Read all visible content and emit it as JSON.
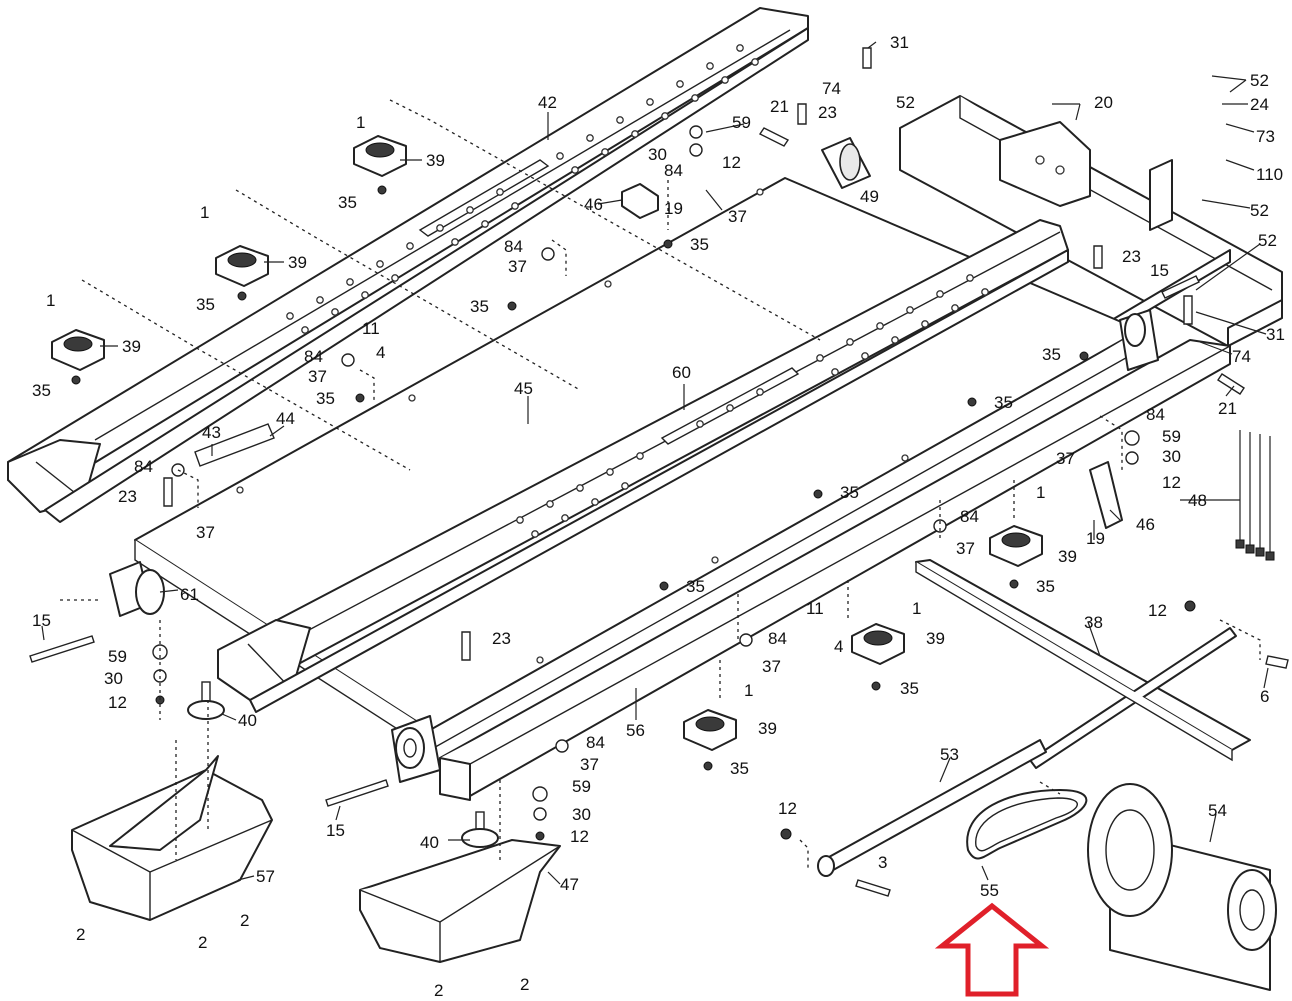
{
  "diagram": {
    "callouts": [
      {
        "id": "c31a",
        "text": "31"
      },
      {
        "id": "c74a",
        "text": "74"
      },
      {
        "id": "c52a",
        "text": "52"
      },
      {
        "id": "c20",
        "text": "20"
      },
      {
        "id": "c52b",
        "text": "52"
      },
      {
        "id": "c24",
        "text": "24"
      },
      {
        "id": "c73",
        "text": "73"
      },
      {
        "id": "c110",
        "text": "110"
      },
      {
        "id": "c52c",
        "text": "52"
      },
      {
        "id": "c52d",
        "text": "52"
      },
      {
        "id": "c31b",
        "text": "31"
      },
      {
        "id": "c74b",
        "text": "74"
      },
      {
        "id": "c21a",
        "text": "21"
      },
      {
        "id": "c23a",
        "text": "23"
      },
      {
        "id": "c59a",
        "text": "59"
      },
      {
        "id": "c30a",
        "text": "30"
      },
      {
        "id": "c12a",
        "text": "12"
      },
      {
        "id": "c84a",
        "text": "84"
      },
      {
        "id": "c37a",
        "text": "37"
      },
      {
        "id": "c46a",
        "text": "46"
      },
      {
        "id": "c19a",
        "text": "19"
      },
      {
        "id": "c49",
        "text": "49"
      },
      {
        "id": "c42",
        "text": "42"
      },
      {
        "id": "c1a",
        "text": "1"
      },
      {
        "id": "c39a",
        "text": "39"
      },
      {
        "id": "c35a",
        "text": "35"
      },
      {
        "id": "c1b",
        "text": "1"
      },
      {
        "id": "c39b",
        "text": "39"
      },
      {
        "id": "c35b",
        "text": "35"
      },
      {
        "id": "c1c",
        "text": "1"
      },
      {
        "id": "c39c",
        "text": "39"
      },
      {
        "id": "c35c",
        "text": "35"
      },
      {
        "id": "c84b",
        "text": "84"
      },
      {
        "id": "c37b",
        "text": "37"
      },
      {
        "id": "c35d",
        "text": "35"
      },
      {
        "id": "c35e",
        "text": "35"
      },
      {
        "id": "c11a",
        "text": "11"
      },
      {
        "id": "c4a",
        "text": "4"
      },
      {
        "id": "c84c",
        "text": "84"
      },
      {
        "id": "c37c",
        "text": "37"
      },
      {
        "id": "c35f",
        "text": "35"
      },
      {
        "id": "c45",
        "text": "45"
      },
      {
        "id": "c60",
        "text": "60"
      },
      {
        "id": "c43",
        "text": "43"
      },
      {
        "id": "c44",
        "text": "44"
      },
      {
        "id": "c84d",
        "text": "84"
      },
      {
        "id": "c23b",
        "text": "23"
      },
      {
        "id": "c37d",
        "text": "37"
      },
      {
        "id": "c23c",
        "text": "23"
      },
      {
        "id": "c15a",
        "text": "15"
      },
      {
        "id": "c35g",
        "text": "35"
      },
      {
        "id": "c21b",
        "text": "21"
      },
      {
        "id": "c35h",
        "text": "35"
      },
      {
        "id": "c84e",
        "text": "84"
      },
      {
        "id": "c59b",
        "text": "59"
      },
      {
        "id": "c37e",
        "text": "37"
      },
      {
        "id": "c30b",
        "text": "30"
      },
      {
        "id": "c12b",
        "text": "12"
      },
      {
        "id": "c48",
        "text": "48"
      },
      {
        "id": "c46b",
        "text": "46"
      },
      {
        "id": "c19b",
        "text": "19"
      },
      {
        "id": "c1d",
        "text": "1"
      },
      {
        "id": "c35i",
        "text": "35"
      },
      {
        "id": "c84f",
        "text": "84"
      },
      {
        "id": "c37f",
        "text": "37"
      },
      {
        "id": "c39d",
        "text": "39"
      },
      {
        "id": "c35j",
        "text": "35"
      },
      {
        "id": "c61",
        "text": "61"
      },
      {
        "id": "c15b",
        "text": "15"
      },
      {
        "id": "c59c",
        "text": "59"
      },
      {
        "id": "c30c",
        "text": "30"
      },
      {
        "id": "c12c",
        "text": "12"
      },
      {
        "id": "c40a",
        "text": "40"
      },
      {
        "id": "c35k",
        "text": "35"
      },
      {
        "id": "c23d",
        "text": "23"
      },
      {
        "id": "c84g",
        "text": "84"
      },
      {
        "id": "c37g",
        "text": "37"
      },
      {
        "id": "c1e",
        "text": "1"
      },
      {
        "id": "c11b",
        "text": "11"
      },
      {
        "id": "c4b",
        "text": "4"
      },
      {
        "id": "c1f",
        "text": "1"
      },
      {
        "id": "c39e",
        "text": "39"
      },
      {
        "id": "c35l",
        "text": "35"
      },
      {
        "id": "c12d",
        "text": "12"
      },
      {
        "id": "c38",
        "text": "38"
      },
      {
        "id": "c6",
        "text": "6"
      },
      {
        "id": "c56",
        "text": "56"
      },
      {
        "id": "c39f",
        "text": "39"
      },
      {
        "id": "c35m",
        "text": "35"
      },
      {
        "id": "c84h",
        "text": "84"
      },
      {
        "id": "c37h",
        "text": "37"
      },
      {
        "id": "c59d",
        "text": "59"
      },
      {
        "id": "c30d",
        "text": "30"
      },
      {
        "id": "c12e",
        "text": "12"
      },
      {
        "id": "c15c",
        "text": "15"
      },
      {
        "id": "c40b",
        "text": "40"
      },
      {
        "id": "c57",
        "text": "57"
      },
      {
        "id": "c47",
        "text": "47"
      },
      {
        "id": "c2a",
        "text": "2"
      },
      {
        "id": "c2b",
        "text": "2"
      },
      {
        "id": "c2c",
        "text": "2"
      },
      {
        "id": "c2d",
        "text": "2"
      },
      {
        "id": "c2e",
        "text": "2"
      },
      {
        "id": "c53",
        "text": "53"
      },
      {
        "id": "c12f",
        "text": "12"
      },
      {
        "id": "c3",
        "text": "3"
      },
      {
        "id": "c55",
        "text": "55"
      },
      {
        "id": "c54",
        "text": "54"
      }
    ],
    "highlight": {
      "target_part": "55",
      "color": "#e0202a"
    }
  }
}
